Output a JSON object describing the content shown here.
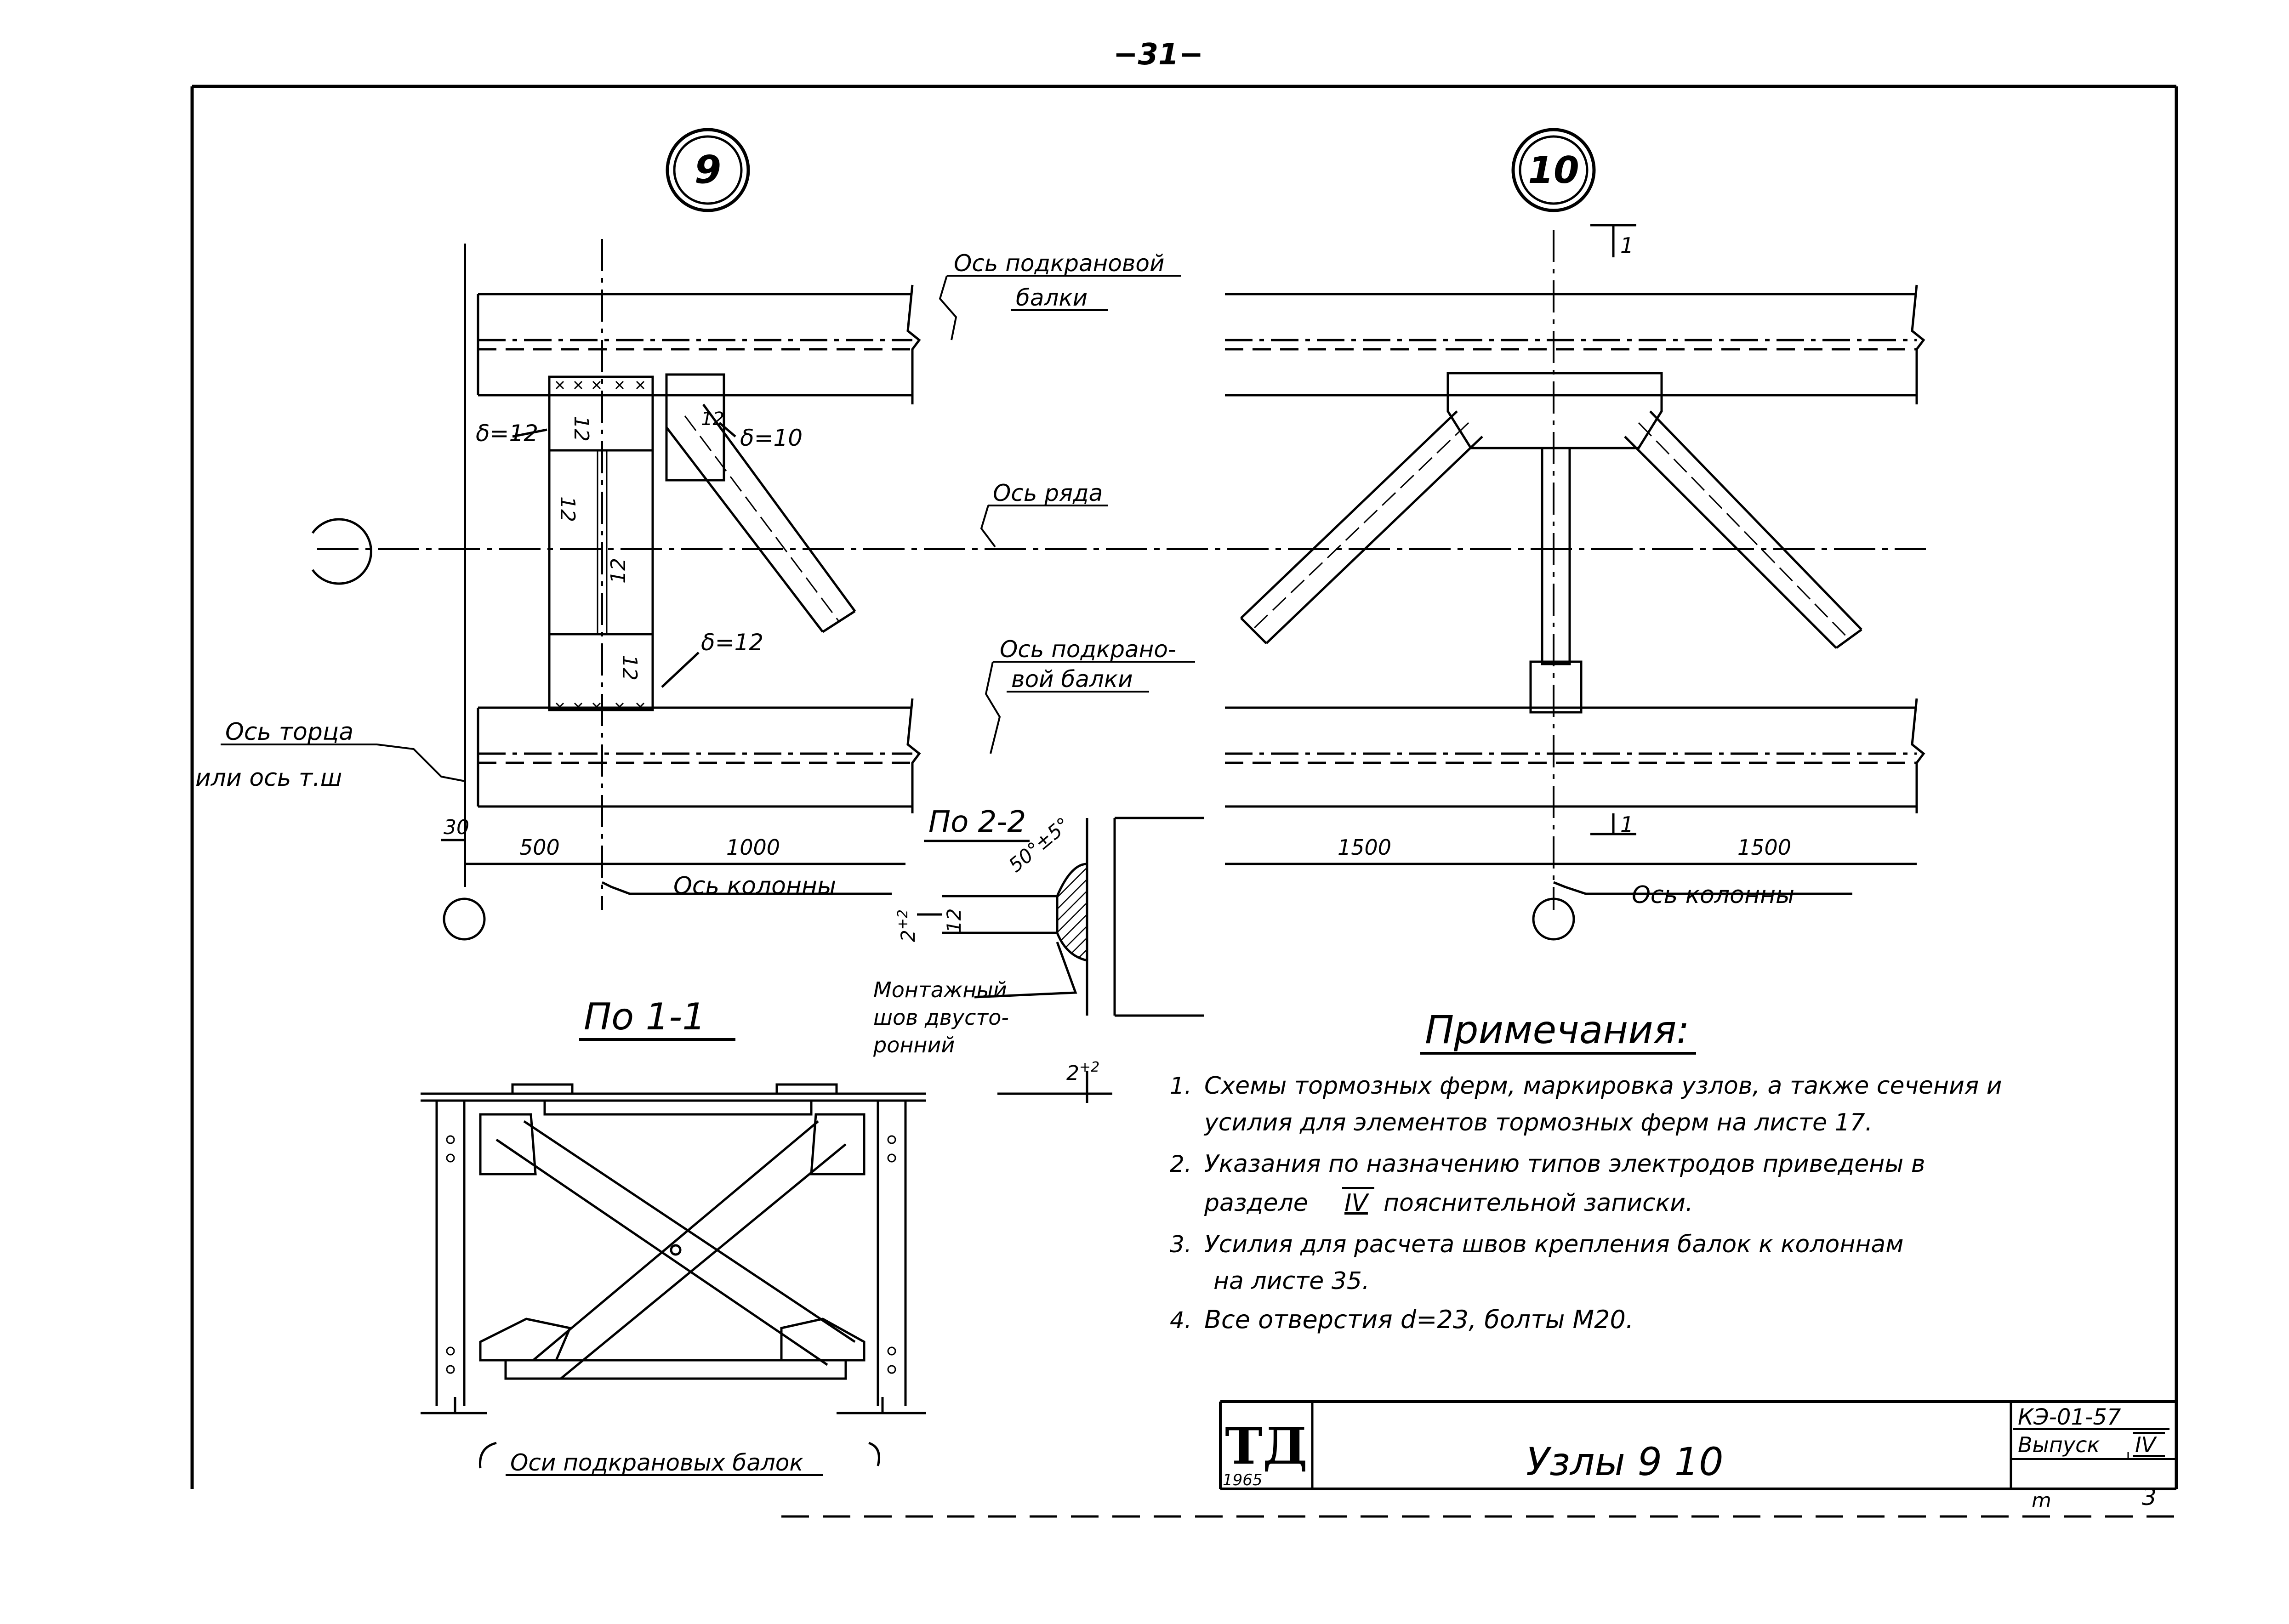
{
  "page_number": "−31−",
  "nodes": {
    "node9": "9",
    "node10": "10"
  },
  "labels": {
    "crane_beam_axis_line1": "Ось подкрановой",
    "crane_beam_axis_line2": "балки",
    "row_axis": "Ось ряда",
    "crane_beam_axis2_line1": "Ось подкрано-",
    "crane_beam_axis2_line2": "вой балки",
    "end_axis_line1": "Ось торца",
    "end_axis_line2": "или ось т.ш",
    "column_axis_left": "Ось колонны",
    "column_axis_right": "Ось колонны",
    "delta12_top": "δ=12",
    "delta10": "δ=10",
    "delta12_bottom": "δ=12",
    "dim_30": "30",
    "dim_500": "500",
    "dim_1000": "1000",
    "dim_1500_left": "1500",
    "dim_1500_right": "1500",
    "weld_12a": "12",
    "weld_12b": "12",
    "weld_12c": "12",
    "weld_12d": "12",
    "weld_12e": "12",
    "section_mark": "1",
    "section_mark2": "1",
    "section_2_2": "По 2-2",
    "angle_label": "50°±5°",
    "gap_2a": "2",
    "gap_2a_sup": "+2",
    "gap_12": "12",
    "gap_2b": "2",
    "gap_2b_sup": "+2",
    "field_weld_line1": "Монтажный",
    "field_weld_line2": "шов двусто-",
    "field_weld_line3": "ронний",
    "section_1_1": "По 1-1",
    "crane_beams_axes": "Оси подкрановых балок"
  },
  "notes": {
    "title": "Примечания:",
    "n1_num": "1.",
    "n1_line1": "Схемы тормозных ферм, маркировка узлов, а также сечения и",
    "n1_line2": "усилия для элементов тормозных ферм на листе 17.",
    "n2_num": "2.",
    "n2_line1": "Указания по назначению типов электродов приведены в",
    "n2_line2a": "разделе",
    "n2_roman": "IV",
    "n2_line2b": "пояснительной записки.",
    "n3_num": "3.",
    "n3_line1": "Усилия для расчета швов крепления балок к колоннам",
    "n3_line2": "на листе 35.",
    "n4_num": "4.",
    "n4_line1": "Все отверстия d=23, болты М20."
  },
  "title_block": {
    "logo": "ТД",
    "year": "1965",
    "title": "Узлы  9  10",
    "series": "КЭ-01-57",
    "issue_label": "Выпуск",
    "issue_number": "IV",
    "sheet_label": "m",
    "sheet_number": "3"
  }
}
